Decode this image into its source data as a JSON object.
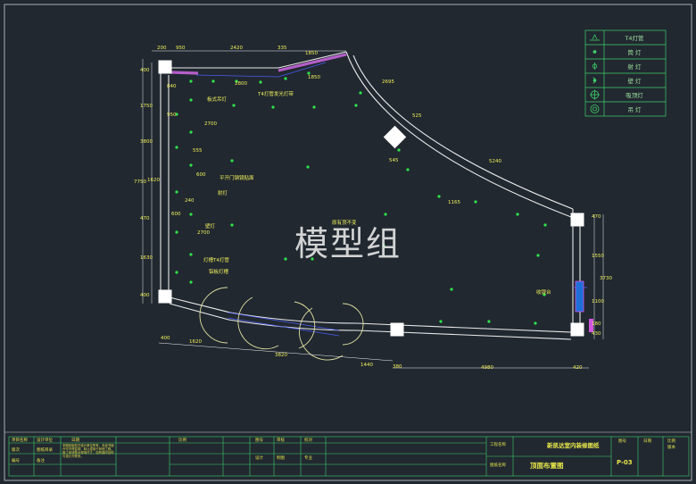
{
  "watermark": "模型组",
  "legend": {
    "items": [
      {
        "icon": "t4-tube-light-icon",
        "label": "T4灯管"
      },
      {
        "icon": "downlight-icon",
        "label": "筒 灯"
      },
      {
        "icon": "spotlight-icon",
        "label": "射 灯"
      },
      {
        "icon": "wall-lamp-icon",
        "label": "壁 灯"
      },
      {
        "icon": "ceiling-lamp-icon",
        "label": "吸顶灯"
      },
      {
        "icon": "pendant-lamp-icon",
        "label": "吊 灯"
      }
    ]
  },
  "dimensions": {
    "top": [
      "200",
      "950",
      "2420",
      "335",
      "1850",
      "2800",
      "1850",
      "2695"
    ],
    "left": [
      "400",
      "840",
      "1750",
      "950",
      "2700",
      "3800",
      "7750",
      "1620",
      "555",
      "600",
      "470",
      "600",
      "2700",
      "1630",
      "240",
      "400"
    ],
    "bottom": [
      "400",
      "1620",
      "3820",
      "1440",
      "380",
      "4980",
      "420"
    ],
    "right": [
      "470",
      "1550",
      "3730",
      "1100",
      "180",
      "430"
    ],
    "diagonal": [
      "525",
      "545",
      "5240",
      "1165"
    ]
  },
  "annotations": {
    "pendant_decor_light": "板式吊灯",
    "t4_tube_light": "T4灯管发光灯带",
    "sliding_door_mirror": "平开门钢镜贴面",
    "spotlight": "射灯",
    "wall_light": "壁灯",
    "light_trough": "灯槽T4灯管",
    "aluminum_trough": "铝板灯槽",
    "ceiling_bulkhead": "原有顶不变",
    "cash_counter": "收银台"
  },
  "title_block": {
    "project": "新凯达室内装修图纸",
    "drawing_title": "顶面布置图",
    "drawing_no": "P-03",
    "cells_left": [
      "项目名称",
      "设计单位",
      "日期",
      "比例",
      "图号",
      "审核",
      "校对",
      "设计",
      "制图",
      "专业",
      "版次",
      "图纸目录",
      "编号",
      "备注"
    ],
    "note": "本图纸版权归设计单位所有，未经书面许可不得复制、转让或用于其他工程。施工前请核对现场尺寸，如有疑问及时与设计方联系。",
    "cells_right": [
      "工程名称",
      "图纸名称",
      "图号",
      "日期",
      "比例",
      "版本"
    ]
  }
}
